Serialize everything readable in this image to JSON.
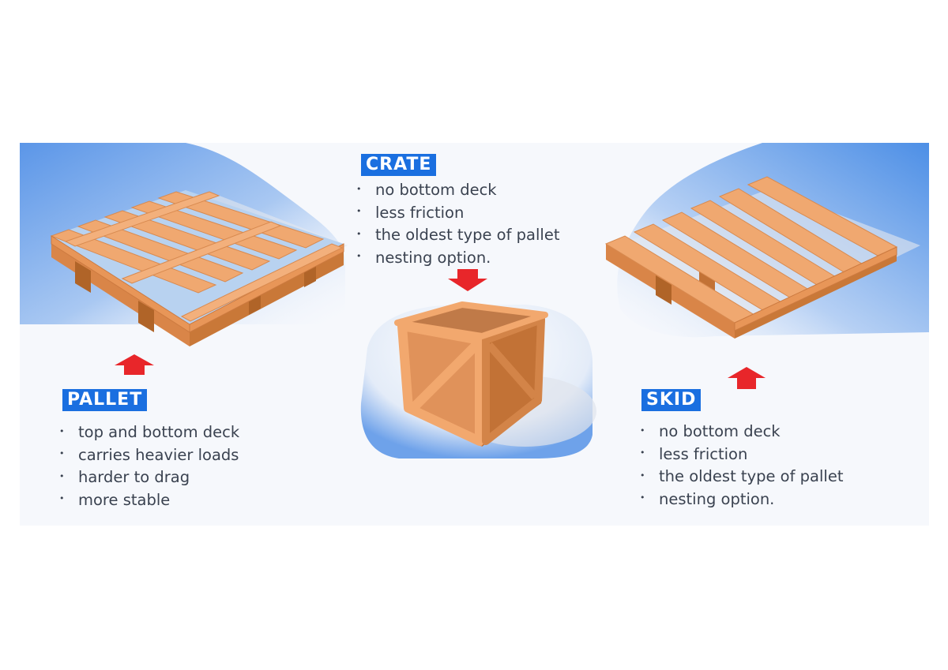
{
  "crate": {
    "title": "CRATE",
    "items": [
      "no bottom deck",
      "less friction",
      "the oldest type of pallet",
      "nesting option."
    ]
  },
  "pallet": {
    "title": "PALLET",
    "items": [
      "top and bottom deck",
      "carries heavier loads",
      "harder to drag",
      "more stable"
    ]
  },
  "skid": {
    "title": "SKID",
    "items": [
      "no bottom deck",
      "less friction",
      "the oldest type of pallet",
      "nesting option."
    ]
  },
  "colors": {
    "tag_background": "#1a6fe0",
    "arrow": "#e8262a",
    "wood_top": "#f0a870",
    "wood_side": "#d98548",
    "blob": "#4d8fe6"
  },
  "icons": [
    "pallet-illustration",
    "crate-illustration",
    "skid-illustration",
    "arrow-up-icon",
    "arrow-down-icon"
  ]
}
